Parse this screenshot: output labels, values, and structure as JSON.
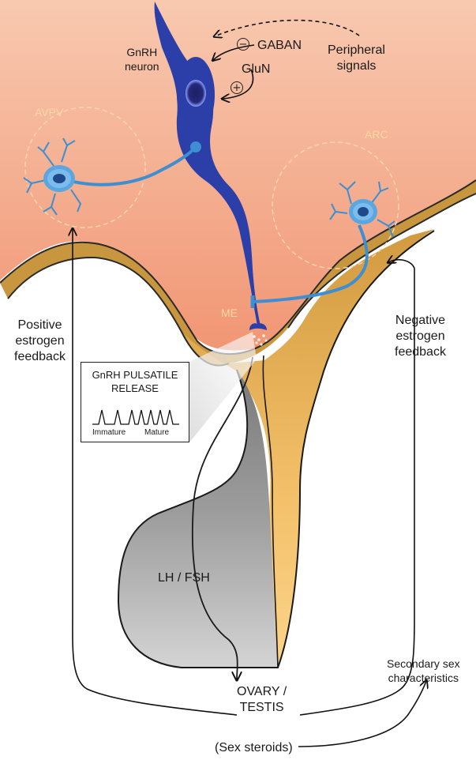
{
  "labels": {
    "gnrh_neuron": "GnRH\nneuron",
    "gaban": "GABAN",
    "glun": "GluN",
    "minus_symbol": "−",
    "plus_symbol": "+",
    "peripheral_signals": "Peripheral\nsignals",
    "avpv": "AVPV",
    "arc": "ARC",
    "me": "ME",
    "positive_feedback": "Positive\nestrogen\nfeedback",
    "negative_feedback": "Negative\nestrogen\nfeedback",
    "lh_fsh": "LH / FSH",
    "ovary_testis": "OVARY /\nTESTIS",
    "sex_steroids": "(Sex steroids)",
    "secondary_sex": "Secondary sex\ncharacteristics"
  },
  "pulse_box": {
    "title": "GnRH PULSATILE\nRELEASE",
    "immature": "Immature",
    "mature": "Mature"
  },
  "colors": {
    "hypothalamus_top": "#f8c4a8",
    "hypothalamus_bottom": "#f29a78",
    "stalk": "#d9a44c",
    "gnrh_neuron": "#2b3fa8",
    "interneuron": "#3d8fd1",
    "pituitary_grey": "#a8a8a8",
    "pituitary_tan": "#f3c77a"
  }
}
